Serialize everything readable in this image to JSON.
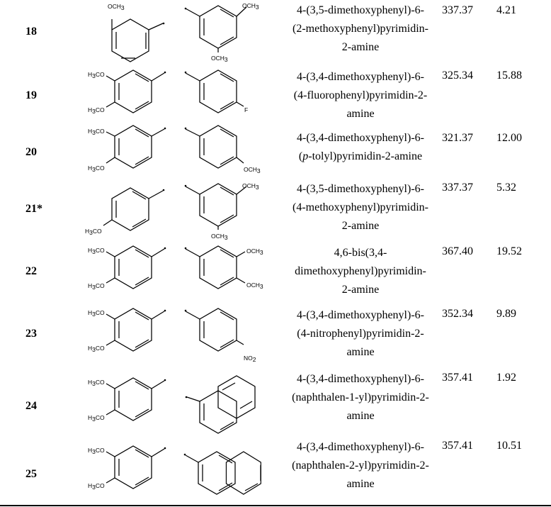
{
  "rows": [
    {
      "id": "18",
      "name": [
        "4-(3,5-dimethoxyphenyl)-6-",
        "(2-methoxyphenyl)pyrimidin-",
        "2-amine"
      ],
      "mw": "337.37",
      "ic50": "4.21",
      "ring_a": {
        "label": "OCH3",
        "type": "2-methoxyphenyl"
      },
      "ring_b": {
        "labels": [
          "OCH3",
          "OCH3"
        ],
        "type": "3,5-dimethoxyphenyl"
      }
    },
    {
      "id": "19",
      "name": [
        "4-(3,4-dimethoxyphenyl)-6-",
        "(4-fluorophenyl)pyrimidin-2-",
        "amine"
      ],
      "mw": "325.34",
      "ic50": "15.88",
      "ring_a": {
        "labels": [
          "H3CO",
          "H3CO"
        ],
        "type": "3,4-dimethoxyphenyl"
      },
      "ring_b": {
        "label": "F",
        "type": "4-fluorophenyl"
      }
    },
    {
      "id": "20",
      "name": [
        "4-(3,4-dimethoxyphenyl)-6-",
        "(p-tolyl)pyrimidin-2-amine"
      ],
      "mw": "321.37",
      "ic50": "12.00",
      "ring_a": {
        "labels": [
          "H3CO",
          "H3CO"
        ],
        "type": "3,4-dimethoxyphenyl"
      },
      "ring_b": {
        "label": "OCH3",
        "type": "4-methoxyphenyl"
      }
    },
    {
      "id": "21*",
      "name": [
        "4-(3,5-dimethoxyphenyl)-6-",
        "(4-methoxyphenyl)pyrimidin-",
        "2-amine"
      ],
      "mw": "337.37",
      "ic50": "5.32",
      "ring_a": {
        "label": "H3CO",
        "type": "4-methoxyphenyl"
      },
      "ring_b": {
        "labels": [
          "OCH3",
          "OCH3"
        ],
        "type": "3,5-dimethoxyphenyl"
      }
    },
    {
      "id": "22",
      "name": [
        "4,6-bis(3,4-",
        "dimethoxyphenyl)pyrimidin-",
        "2-amine"
      ],
      "mw": "367.40",
      "ic50": "19.52",
      "ring_a": {
        "labels": [
          "H3CO",
          "H3CO"
        ],
        "type": "3,4-dimethoxyphenyl"
      },
      "ring_b": {
        "labels": [
          "OCH3",
          "OCH3"
        ],
        "type": "3,4-dimethoxyphenyl"
      }
    },
    {
      "id": "23",
      "name": [
        "4-(3,4-dimethoxyphenyl)-6-",
        "(4-nitrophenyl)pyrimidin-2-",
        "amine"
      ],
      "mw": "352.34",
      "ic50": "9.89",
      "ring_a": {
        "labels": [
          "H3CO",
          "H3CO"
        ],
        "type": "3,4-dimethoxyphenyl"
      },
      "ring_b": {
        "label": "NO2",
        "type": "4-nitrophenyl"
      }
    },
    {
      "id": "24",
      "name": [
        "4-(3,4-dimethoxyphenyl)-6-",
        "(naphthalen-1-yl)pyrimidin-2-",
        "amine"
      ],
      "mw": "357.41",
      "ic50": "1.92",
      "ring_a": {
        "labels": [
          "H3CO",
          "H3CO"
        ],
        "type": "3,4-dimethoxyphenyl"
      },
      "ring_b": {
        "type": "naphthalen-1-yl"
      }
    },
    {
      "id": "25",
      "name": [
        "4-(3,4-dimethoxyphenyl)-6-",
        "(naphthalen-2-yl)pyrimidin-2-",
        "amine"
      ],
      "mw": "357.41",
      "ic50": "10.51",
      "ring_a": {
        "labels": [
          "H3CO",
          "H3CO"
        ],
        "type": "3,4-dimethoxyphenyl"
      },
      "ring_b": {
        "type": "naphthalen-2-yl"
      }
    }
  ]
}
